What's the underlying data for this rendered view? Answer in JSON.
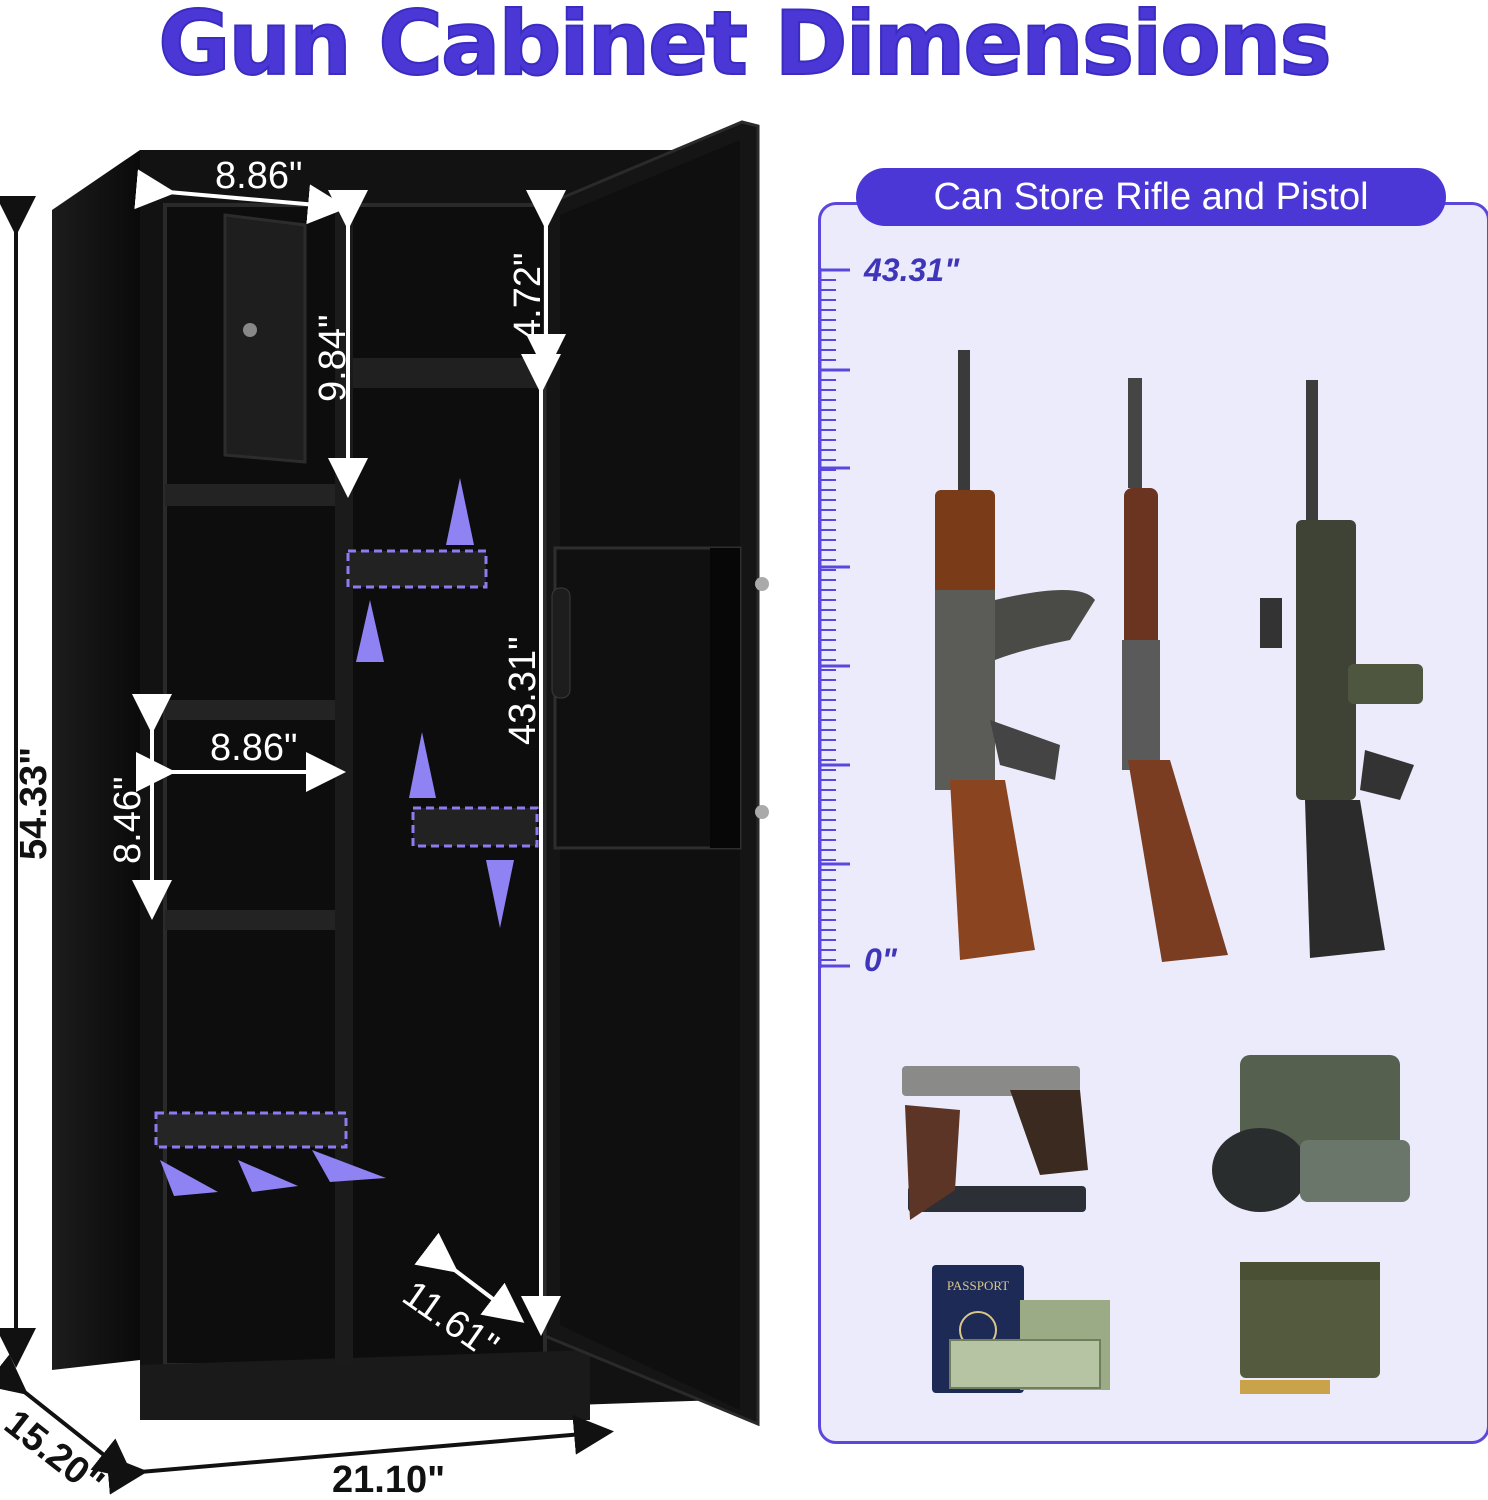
{
  "title": "Gun Cabinet Dimensions",
  "cabinet": {
    "width": "21.10\"",
    "depth": "15.20\"",
    "height": "54.33\"",
    "top_compartment_width": "8.86\"",
    "top_compartment_height": "9.84\"",
    "top_shelf_height": "4.72\"",
    "rifle_height": "43.31\"",
    "middle_shelf_width": "8.86\"",
    "middle_shelf_height": "8.46\"",
    "rifle_depth": "11.61\""
  },
  "panel": {
    "header": "Can Store Rifle and Pistol",
    "scale_top": "43.31\"",
    "scale_bottom": "0\"",
    "items": [
      "ak-rifle-icon",
      "shotgun-icon",
      "machine-gun-icon",
      "pistols-icon",
      "tactical-gear-icon",
      "passport-cash-icon",
      "ammo-box-icon"
    ],
    "passport_text": "PASSPORT"
  },
  "colors": {
    "accent": "#4a37d6",
    "panel_bg": "#ecebfb",
    "cabinet": "#141414"
  }
}
